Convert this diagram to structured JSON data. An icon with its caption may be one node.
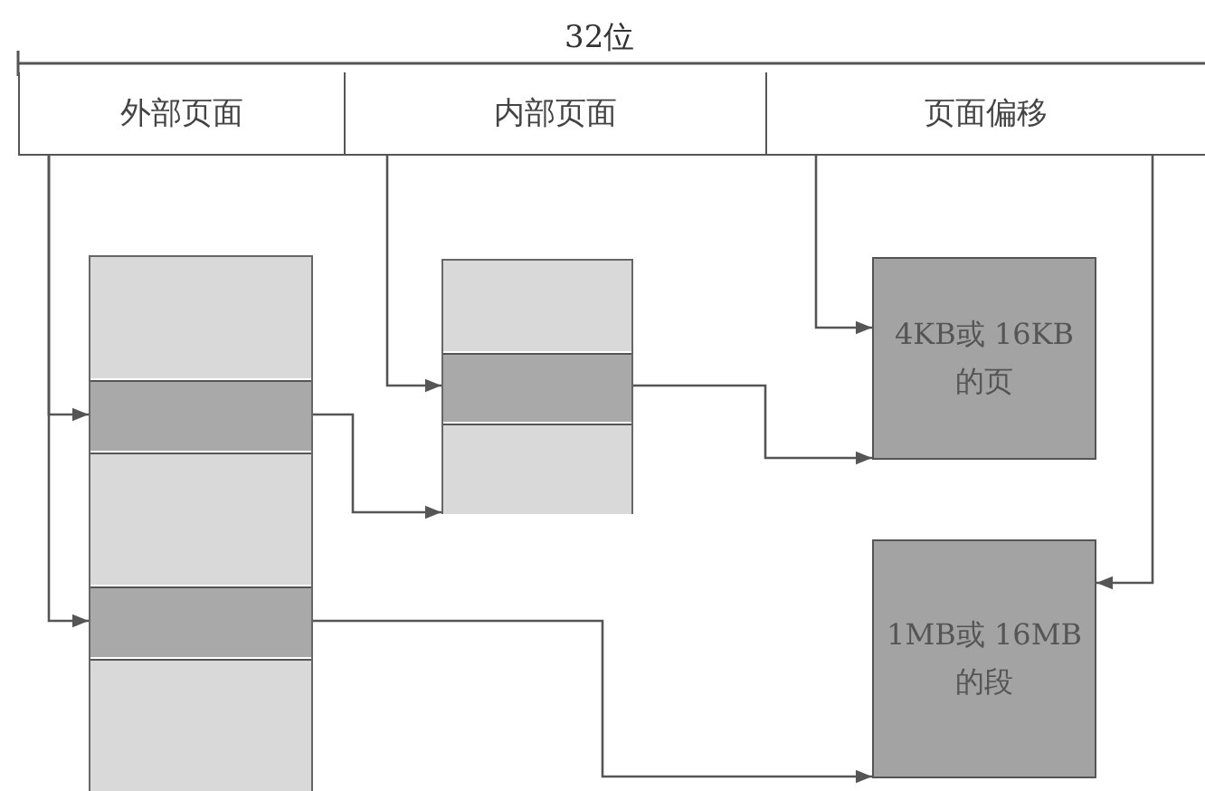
{
  "diagram": {
    "nodes": [
      {
        "text": [
          "外部页面"
        ]
      },
      {
        "text": [
          "内部页面"
        ]
      },
      {
        "text": [
          "页面偏移"
        ]
      },
      {
        "text": [],
        "shape": "box"
      },
      {
        "text": [],
        "shape": "box",
        "in": 3
      },
      {
        "text": [],
        "shape": "box",
        "in": 3
      },
      {
        "text": [],
        "shape": "box",
        "in": 3
      },
      {
        "text": [],
        "shape": "box",
        "in": 3
      },
      {
        "text": [],
        "shape": "box",
        "in": 3
      },
      {
        "text": [],
        "shape": "box"
      },
      {
        "text": [],
        "shape": "box",
        "in": 9
      },
      {
        "text": [],
        "shape": "box",
        "in": 9
      },
      {
        "text": [],
        "shape": "box",
        "in": 9
      },
      {
        "text": [
          "4KB或 16KB的页"
        ]
      },
      {
        "text": [
          "1MB或 16MB的段"
        ]
      }
    ],
    "edges": [
      {
        "from": 0,
        "to": 5,
        "arrow": "to"
      },
      {
        "from": 0,
        "to": 7,
        "arrow": "to"
      },
      {
        "from": 1,
        "to": 11,
        "arrow": "to"
      },
      {
        "from": 5,
        "to": 12,
        "arrow": "to"
      },
      {
        "from": 11,
        "to": 13,
        "arrow": "to"
      },
      {
        "from": 7,
        "to": 14,
        "arrow": "to"
      },
      {
        "from": 2,
        "to": 13,
        "arrow": "to"
      },
      {
        "from": 2,
        "to": 14,
        "arrow": "to"
      }
    ],
    "labels": [
      "32位"
    ]
  }
}
